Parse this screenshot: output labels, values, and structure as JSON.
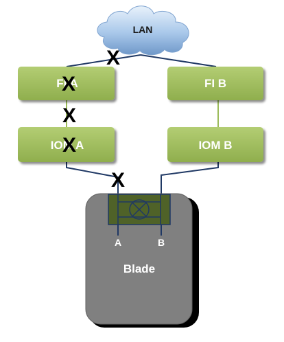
{
  "cloud": {
    "label": "LAN"
  },
  "fi_a": {
    "label": "FI A"
  },
  "fi_b": {
    "label": "FI B"
  },
  "iom_a": {
    "label": "IOM A"
  },
  "iom_b": {
    "label": "IOM B"
  },
  "blade": {
    "label": "Blade",
    "port_a": "A",
    "port_b": "B"
  },
  "failure_mark": "X",
  "colors": {
    "box_fill": "#9bbb59",
    "box_dark": "#4f6228",
    "line": "#1f3864",
    "blade_fill": "#808080",
    "mezz_fill": "#4f6228"
  }
}
